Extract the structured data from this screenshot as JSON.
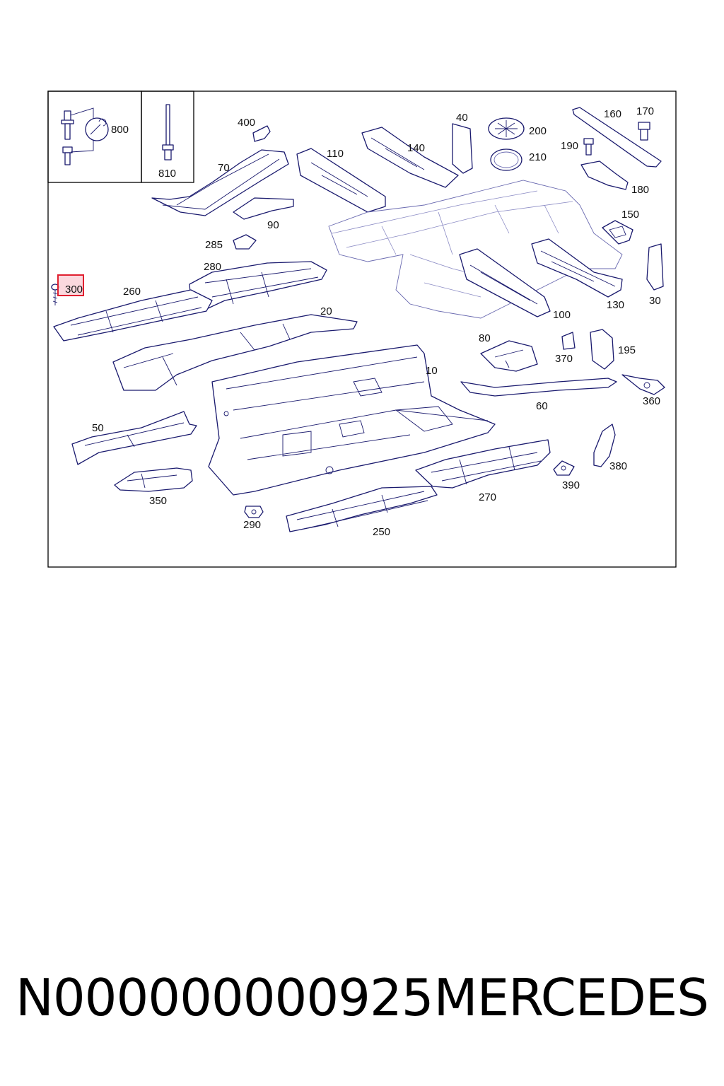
{
  "diagram": {
    "highlighted_callout": "300",
    "callouts": [
      "800",
      "810",
      "400",
      "70",
      "110",
      "140",
      "40",
      "200",
      "210",
      "160",
      "170",
      "190",
      "180",
      "90",
      "285",
      "280",
      "150",
      "300",
      "260",
      "20",
      "30",
      "100",
      "130",
      "80",
      "370",
      "195",
      "10",
      "360",
      "60",
      "50",
      "380",
      "390",
      "350",
      "290",
      "270",
      "250"
    ]
  },
  "footer": {
    "part_number": "N000000000925",
    "brand": "MERCEDES"
  }
}
